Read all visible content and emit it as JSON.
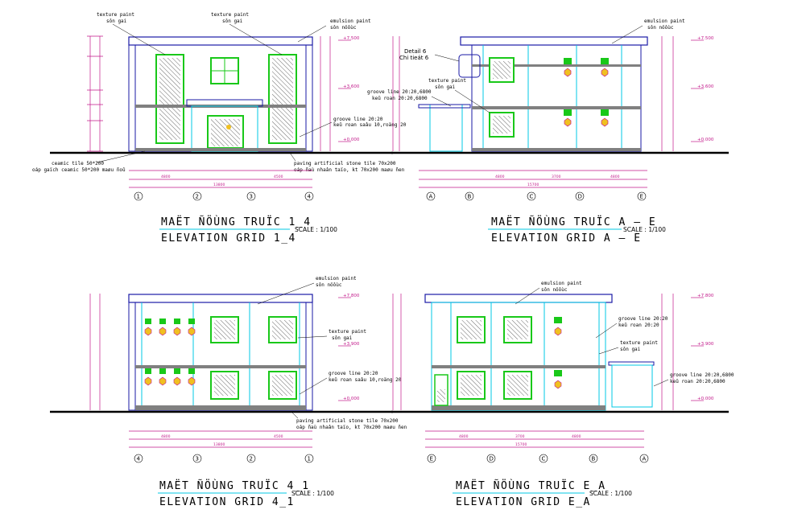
{
  "drawings": [
    {
      "id": "e14",
      "title_vn": "MAËT ÑÖÙNG TRUÏC 1_4",
      "title_en": "ELEVATION GRID 1_4",
      "scale": "SCALE : 1/100",
      "grids": [
        "1",
        "2",
        "3",
        "4"
      ],
      "levels": [
        "+7.500",
        "+3.600",
        "+0.000"
      ],
      "dims_outer": [
        "4800",
        "4500"
      ],
      "dim_total": "13800",
      "notes": [
        {
          "l1": "texture paint",
          "l2": "sôn gai"
        },
        {
          "l1": "texture paint",
          "l2": "sôn gai"
        },
        {
          "l1": "emulsion paint",
          "l2": "sôn nöôùc"
        },
        {
          "l1": "groove line 20:20",
          "l2": "keû roan saâu 10,roäng 20"
        },
        {
          "l1": "paving artificial stone tile 70x200",
          "l2": "oáp ñaù nhaân taïo, kt 70x200 maøu ñen"
        },
        {
          "l1": "ceamic tile 50*200",
          "l2": "oáp gaïch ceamic 50*200 maøu ñoû"
        }
      ]
    },
    {
      "id": "eae",
      "title_vn": "MAËT ÑÖÙNG TRUÏC A — E",
      "title_en": "ELEVATION GRID A — E",
      "scale": "SCALE : 1/100",
      "grids": [
        "A",
        "B",
        "C",
        "D",
        "E"
      ],
      "levels": [
        "+7.500",
        "+3.600",
        "+0.000"
      ],
      "dims_outer": [
        "4800",
        "3700",
        "4800"
      ],
      "dim_total": "15700",
      "notes": [
        {
          "l1": "Detail 6",
          "l2": "Chi tieát 6"
        },
        {
          "l1": "emulsion paint",
          "l2": "sôn nöôùc"
        },
        {
          "l1": "texture paint",
          "l2": "sôn gai"
        },
        {
          "l1": "groove line 20:20,6800",
          "l2": "keû roan 20:20,6800"
        }
      ]
    },
    {
      "id": "e41",
      "title_vn": "MAËT ÑÖÙNG TRUÏC 4_1",
      "title_en": "ELEVATION GRID 4_1",
      "scale": "SCALE : 1/100",
      "grids": [
        "4",
        "3",
        "2",
        "1"
      ],
      "levels": [
        "+7.800",
        "+3.900",
        "+0.000"
      ],
      "dims_outer": [
        "4800",
        "4500"
      ],
      "dim_total": "13800",
      "notes": [
        {
          "l1": "emulsion paint",
          "l2": "sôn nöôùc"
        },
        {
          "l1": "texture paint",
          "l2": "sôn gai"
        },
        {
          "l1": "groove line 20:20",
          "l2": "keû roan saâu 10,roäng 20"
        },
        {
          "l1": "paving artificial stone tile 70x200",
          "l2": "oáp ñaù nhaân taïo, kt 70x200 maøu ñen"
        }
      ]
    },
    {
      "id": "eea",
      "title_vn": "MAËT ÑÖÙNG TRUÏC E_A",
      "title_en": "ELEVATION GRID E_A",
      "scale": "SCALE : 1/100",
      "grids": [
        "E",
        "D",
        "C",
        "B",
        "A"
      ],
      "levels": [
        "+7.800",
        "+3.900",
        "+0.000"
      ],
      "dims_outer": [
        "4800",
        "3700",
        "4800"
      ],
      "dim_total": "15700",
      "notes": [
        {
          "l1": "emulsion paint",
          "l2": "sôn nöôùc"
        },
        {
          "l1": "groove line 20:20",
          "l2": "keû roan 20:20"
        },
        {
          "l1": "texture paint",
          "l2": "sôn gai"
        },
        {
          "l1": "groove line 20:20,6800",
          "l2": "keû roan 20:20,6800"
        }
      ]
    }
  ],
  "colors": {
    "outline": "#1a1aa6",
    "cyan": "#00c8e6",
    "window_green": "#19c819",
    "glass_mag": "#e05aa8",
    "dim_magenta": "#c2188a",
    "band_gray": "#808080",
    "accent_yellow": "#f0c020",
    "ground": "#000000"
  }
}
